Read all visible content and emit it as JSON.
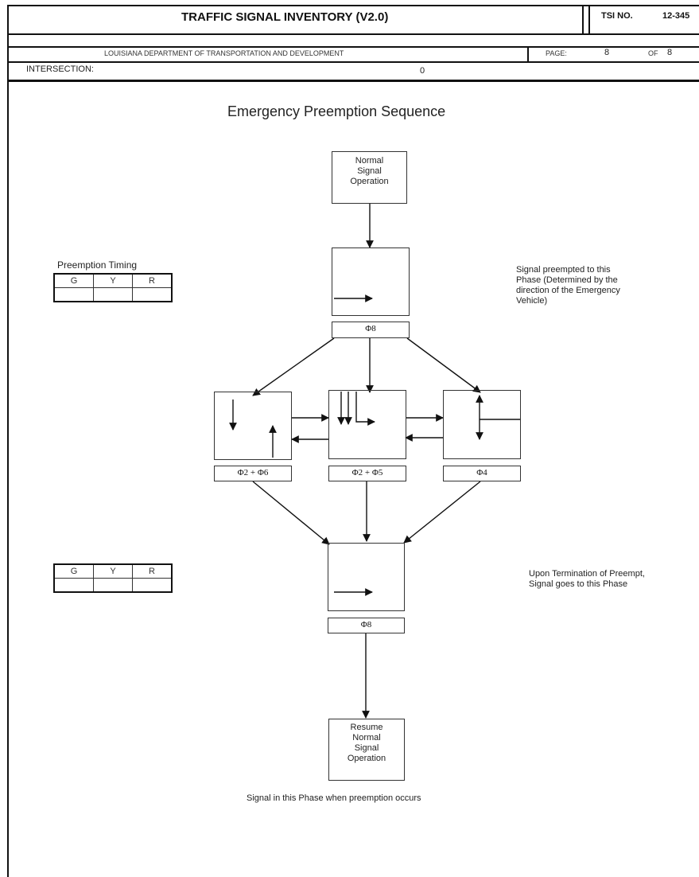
{
  "header": {
    "title": "TRAFFIC SIGNAL INVENTORY (V2.0)",
    "tsi_label": "TSI NO.",
    "tsi_value": "12-345",
    "department": "LOUISIANA DEPARTMENT OF TRANSPORTATION AND DEVELOPMENT",
    "page_label": "PAGE:",
    "page_number": "8",
    "of_label": "OF",
    "page_total": "8",
    "intersection_label": "INTERSECTION:",
    "intersection_value": "0"
  },
  "diagram": {
    "title": "Emergency Preemption Sequence",
    "start_box": [
      "Normal",
      "Signal",
      "Operation"
    ],
    "end_box": [
      "Resume",
      "Normal",
      "Signal",
      "Operation"
    ],
    "preempt_phase_label": "Φ8",
    "phase_a_label": "Φ2 + Φ6",
    "phase_b_label": "Φ2 + Φ5",
    "phase_c_label": "Φ4",
    "termination_phase_label": "Φ8",
    "note_preempted": "Signal preempted to this Phase (Determined by the direction of the Emergency Vehicle)",
    "note_termination": "Upon Termination of Preempt, Signal goes to this Phase",
    "footer_note": "Signal in this Phase when preemption occurs"
  },
  "timing_tables": [
    {
      "title": "Preemption Timing",
      "headers": [
        "G",
        "Y",
        "R"
      ],
      "values": [
        "",
        "",
        ""
      ]
    },
    {
      "title": "",
      "headers": [
        "G",
        "Y",
        "R"
      ],
      "values": [
        "",
        "",
        ""
      ]
    }
  ]
}
